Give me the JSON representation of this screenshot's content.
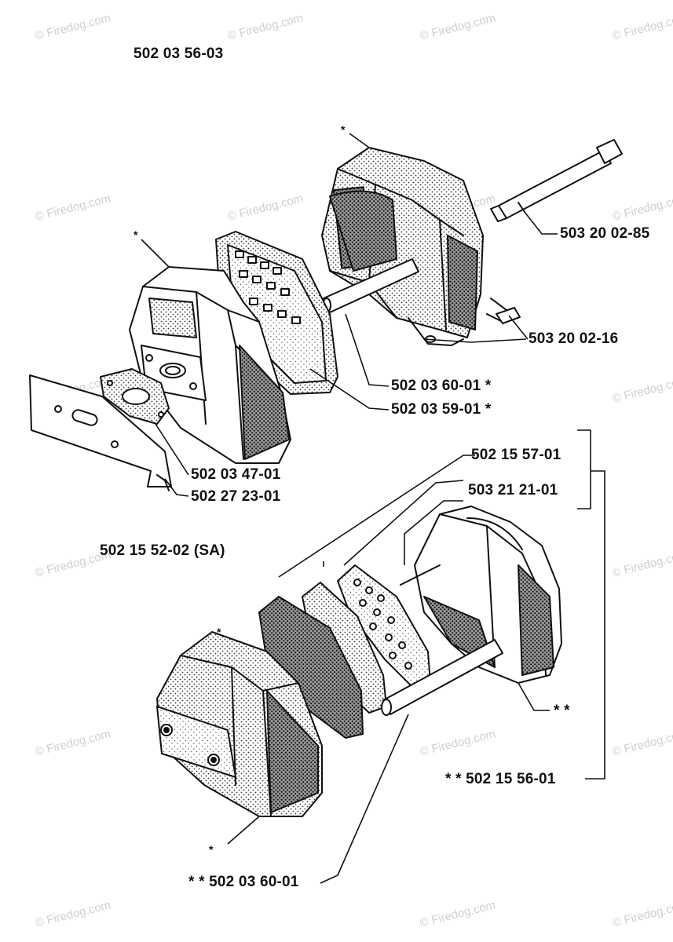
{
  "watermark": "© Firedog.com",
  "marker": "*",
  "labels": {
    "kit_top": "502 03 56-03",
    "kit_sa": "502 15 52-02 (SA)",
    "bolt_long": "503 20 02-85",
    "screw": "503 20 02-16",
    "rod_a": "502 03 60-01  *",
    "gasket_a": "502 03 59-01  *",
    "gasket_b": "502 03 47-01",
    "plate": "502 27 23-01",
    "spark_screen": "502 15 57-01",
    "screen": "503 21 21-01",
    "double_star": "* *",
    "cover_kit": "* *  502 15 56-01",
    "rod_b": "* *  502 03 60-01"
  }
}
